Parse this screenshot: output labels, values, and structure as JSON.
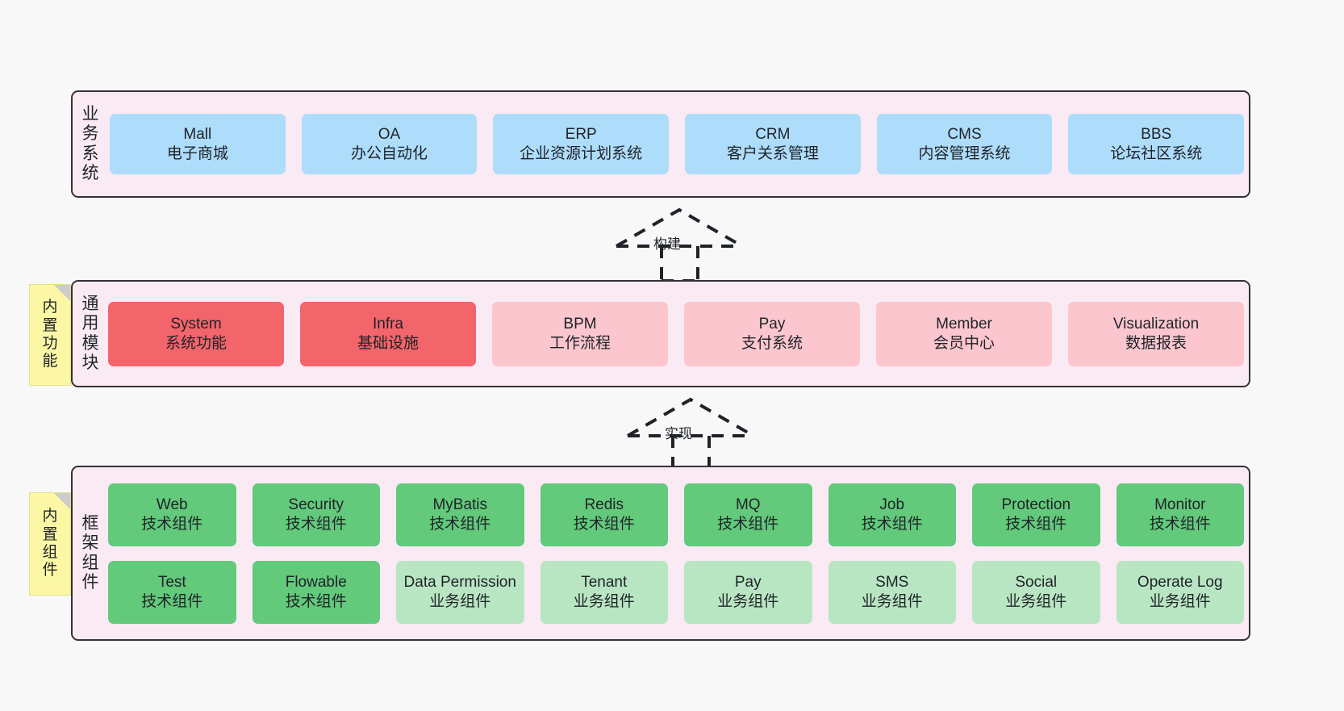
{
  "diagram": {
    "background_color": "#f8f8f8",
    "band_fill": "#f9eaf4",
    "band_border": "#333333",
    "note_fill": "#fbf7a5",
    "note_fold": "#cccccc"
  },
  "bands": [
    {
      "id": "business",
      "label": "业务系统",
      "label_chars": [
        "业",
        "务",
        "系",
        "统"
      ],
      "rows": [
        [
          {
            "en": "Mall",
            "cn": "电子商城",
            "color": "#aedcfb",
            "style": "c-blue"
          },
          {
            "en": "OA",
            "cn": "办公自动化",
            "color": "#aedcfb",
            "style": "c-blue"
          },
          {
            "en": "ERP",
            "cn": "企业资源计划系统",
            "color": "#aedcfb",
            "style": "c-blue"
          },
          {
            "en": "CRM",
            "cn": "客户关系管理",
            "color": "#aedcfb",
            "style": "c-blue"
          },
          {
            "en": "CMS",
            "cn": "内容管理系统",
            "color": "#aedcfb",
            "style": "c-blue"
          },
          {
            "en": "BBS",
            "cn": "论坛社区系统",
            "color": "#aedcfb",
            "style": "c-blue"
          }
        ]
      ]
    },
    {
      "id": "common",
      "label": "通用模块",
      "label_chars": [
        "通",
        "用",
        "模",
        "块"
      ],
      "note": {
        "label": "内置功能",
        "chars": [
          "内",
          "置",
          "功",
          "能"
        ]
      },
      "rows": [
        [
          {
            "en": "System",
            "cn": "系统功能",
            "color": "#f2656a",
            "style": "c-red"
          },
          {
            "en": "Infra",
            "cn": "基础设施",
            "color": "#f2656a",
            "style": "c-red"
          },
          {
            "en": "BPM",
            "cn": "工作流程",
            "color": "#fbc6cd",
            "style": "c-pink"
          },
          {
            "en": "Pay",
            "cn": "支付系统",
            "color": "#fbc6cd",
            "style": "c-pink"
          },
          {
            "en": "Member",
            "cn": "会员中心",
            "color": "#fbc6cd",
            "style": "c-pink"
          },
          {
            "en": "Visualization",
            "cn": "数据报表",
            "color": "#fbc6cd",
            "style": "c-pink"
          }
        ]
      ]
    },
    {
      "id": "frame",
      "label": "框架组件",
      "label_chars": [
        "框",
        "架",
        "组",
        "件"
      ],
      "note": {
        "label": "内置组件",
        "chars": [
          "内",
          "置",
          "组",
          "件"
        ]
      },
      "rows": [
        [
          {
            "en": "Web",
            "cn": "技术组件",
            "color": "#63c97b",
            "style": "c-green"
          },
          {
            "en": "Security",
            "cn": "技术组件",
            "color": "#63c97b",
            "style": "c-green"
          },
          {
            "en": "MyBatis",
            "cn": "技术组件",
            "color": "#63c97b",
            "style": "c-green"
          },
          {
            "en": "Redis",
            "cn": "技术组件",
            "color": "#63c97b",
            "style": "c-green"
          },
          {
            "en": "MQ",
            "cn": "技术组件",
            "color": "#63c97b",
            "style": "c-green"
          },
          {
            "en": "Job",
            "cn": "技术组件",
            "color": "#63c97b",
            "style": "c-green"
          },
          {
            "en": "Protection",
            "cn": "技术组件",
            "color": "#63c97b",
            "style": "c-green"
          },
          {
            "en": "Monitor",
            "cn": "技术组件",
            "color": "#63c97b",
            "style": "c-green"
          }
        ],
        [
          {
            "en": "Test",
            "cn": "技术组件",
            "color": "#63c97b",
            "style": "c-green"
          },
          {
            "en": "Flowable",
            "cn": "技术组件",
            "color": "#63c97b",
            "style": "c-green"
          },
          {
            "en": "Data Permission",
            "cn": "业务组件",
            "color": "#b9e6c2",
            "style": "c-lightgreen"
          },
          {
            "en": "Tenant",
            "cn": "业务组件",
            "color": "#b9e6c2",
            "style": "c-lightgreen"
          },
          {
            "en": "Pay",
            "cn": "业务组件",
            "color": "#b9e6c2",
            "style": "c-lightgreen"
          },
          {
            "en": "SMS",
            "cn": "业务组件",
            "color": "#b9e6c2",
            "style": "c-lightgreen"
          },
          {
            "en": "Social",
            "cn": "业务组件",
            "color": "#b9e6c2",
            "style": "c-lightgreen"
          },
          {
            "en": "Operate Log",
            "cn": "业务组件",
            "color": "#b9e6c2",
            "style": "c-lightgreen"
          }
        ]
      ]
    }
  ],
  "connectors": [
    {
      "id": "build",
      "label": "构建",
      "type": "uml-realization",
      "from": "common",
      "to": "business"
    },
    {
      "id": "impl",
      "label": "实现",
      "type": "uml-realization",
      "from": "frame",
      "to": "common"
    }
  ]
}
